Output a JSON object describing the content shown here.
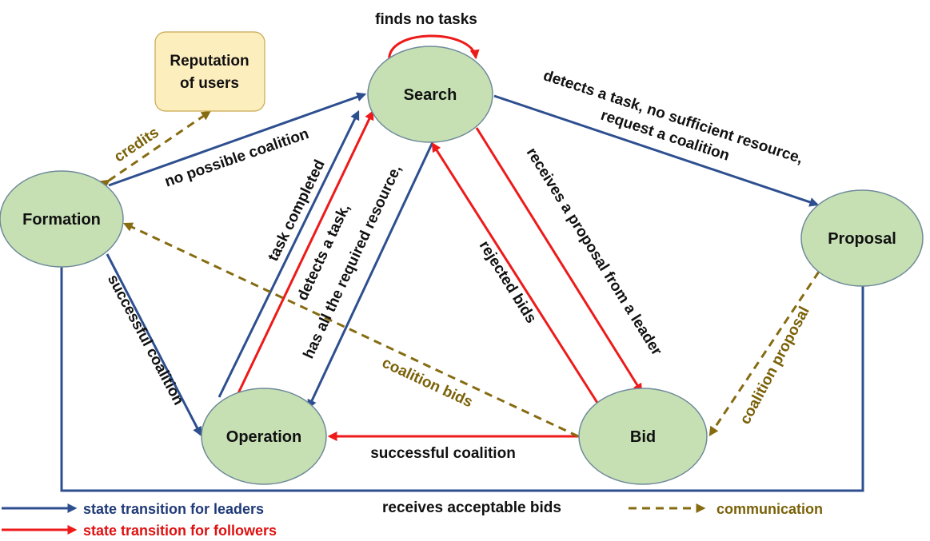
{
  "colors": {
    "leader": "#2e4f8f",
    "follower": "#ee1a1a",
    "communication": "#866b10",
    "state_fill": "#c6e0b4",
    "reputation_fill": "#fdeebe"
  },
  "states": {
    "search": "Search",
    "formation": "Formation",
    "proposal": "Proposal",
    "operation": "Operation",
    "bid": "Bid"
  },
  "reputation": {
    "line1": "Reputation",
    "line2": "of users"
  },
  "edges": {
    "finds_no_tasks": "finds no tasks",
    "detects_no_resource_1": "detects a task, no sufficient resource,",
    "detects_no_resource_2": "request a coalition",
    "no_possible_coalition": "no possible coalition",
    "credits": "credits",
    "task_completed": "task completed",
    "detects_has_resource_1": "detects a task,",
    "detects_has_resource_2": "has all the required resource,",
    "rejected_bids": "rejected bids",
    "receives_proposal": "receives a proposal from a leader",
    "successful_coalition_left": "successful coalition",
    "coalition_bids": "coalition bids",
    "coalition_proposal": "coalition proposal",
    "successful_coalition_bottom": "successful coalition",
    "receives_acceptable_bids": "receives acceptable bids"
  },
  "legend": {
    "leaders": "state transition for leaders",
    "followers": "state transition for followers",
    "communication": "communication"
  }
}
